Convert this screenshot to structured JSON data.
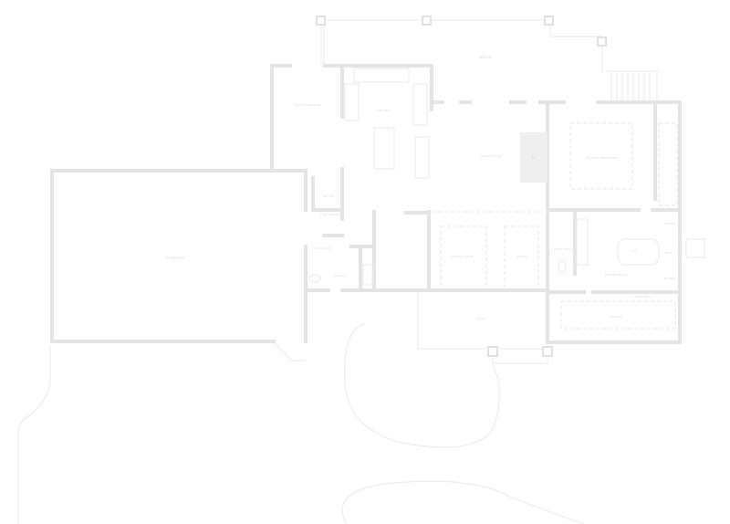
{
  "rooms": {
    "deck": "DECK",
    "multi_purpose": "MULTI-PURPOSE",
    "kitchen": "KITCHEN",
    "great_room": "GREAT ROOM",
    "fireplace": "FP",
    "master_bedroom": "MASTER BEDROOM",
    "pantry": "PANTRY",
    "pantry_shelves": "2 ADJ. SHELVES",
    "rod_shelf_1": "ROD & SHELF",
    "bath": "BATH 2",
    "garage": "GARAGE",
    "dining_room": "DINING ROOM",
    "entry": "ENTRY",
    "rod_shelf_2": "ROD & SHELF",
    "master_bath": "MASTER BATH",
    "tub": "TUB",
    "shower_1": "SHOWER",
    "shower_2": "SHOWER",
    "bench": "BENCH",
    "rod_shelf_3": "ROD & SHELF",
    "laundry": "LAUNDRY",
    "patio": "PATIO"
  }
}
